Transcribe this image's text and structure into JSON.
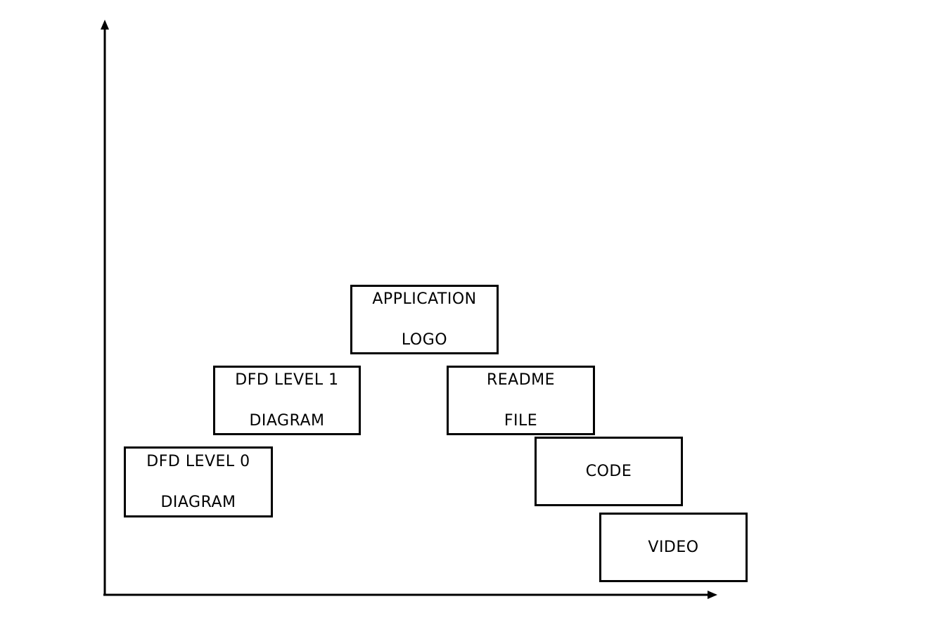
{
  "diagram": {
    "line_color": "#000000",
    "background_color": "#ffffff",
    "boxes": {
      "app_logo": {
        "line1": "APPLICATION",
        "line2": "LOGO"
      },
      "dfd_level1": {
        "line1": "DFD LEVEL 1",
        "line2": "DIAGRAM"
      },
      "readme": {
        "line1": "README",
        "line2": "FILE"
      },
      "code": {
        "line1": "CODE"
      },
      "dfd_level0": {
        "line1": "DFD LEVEL 0",
        "line2": "DIAGRAM"
      },
      "video": {
        "line1": "VIDEO"
      }
    }
  }
}
